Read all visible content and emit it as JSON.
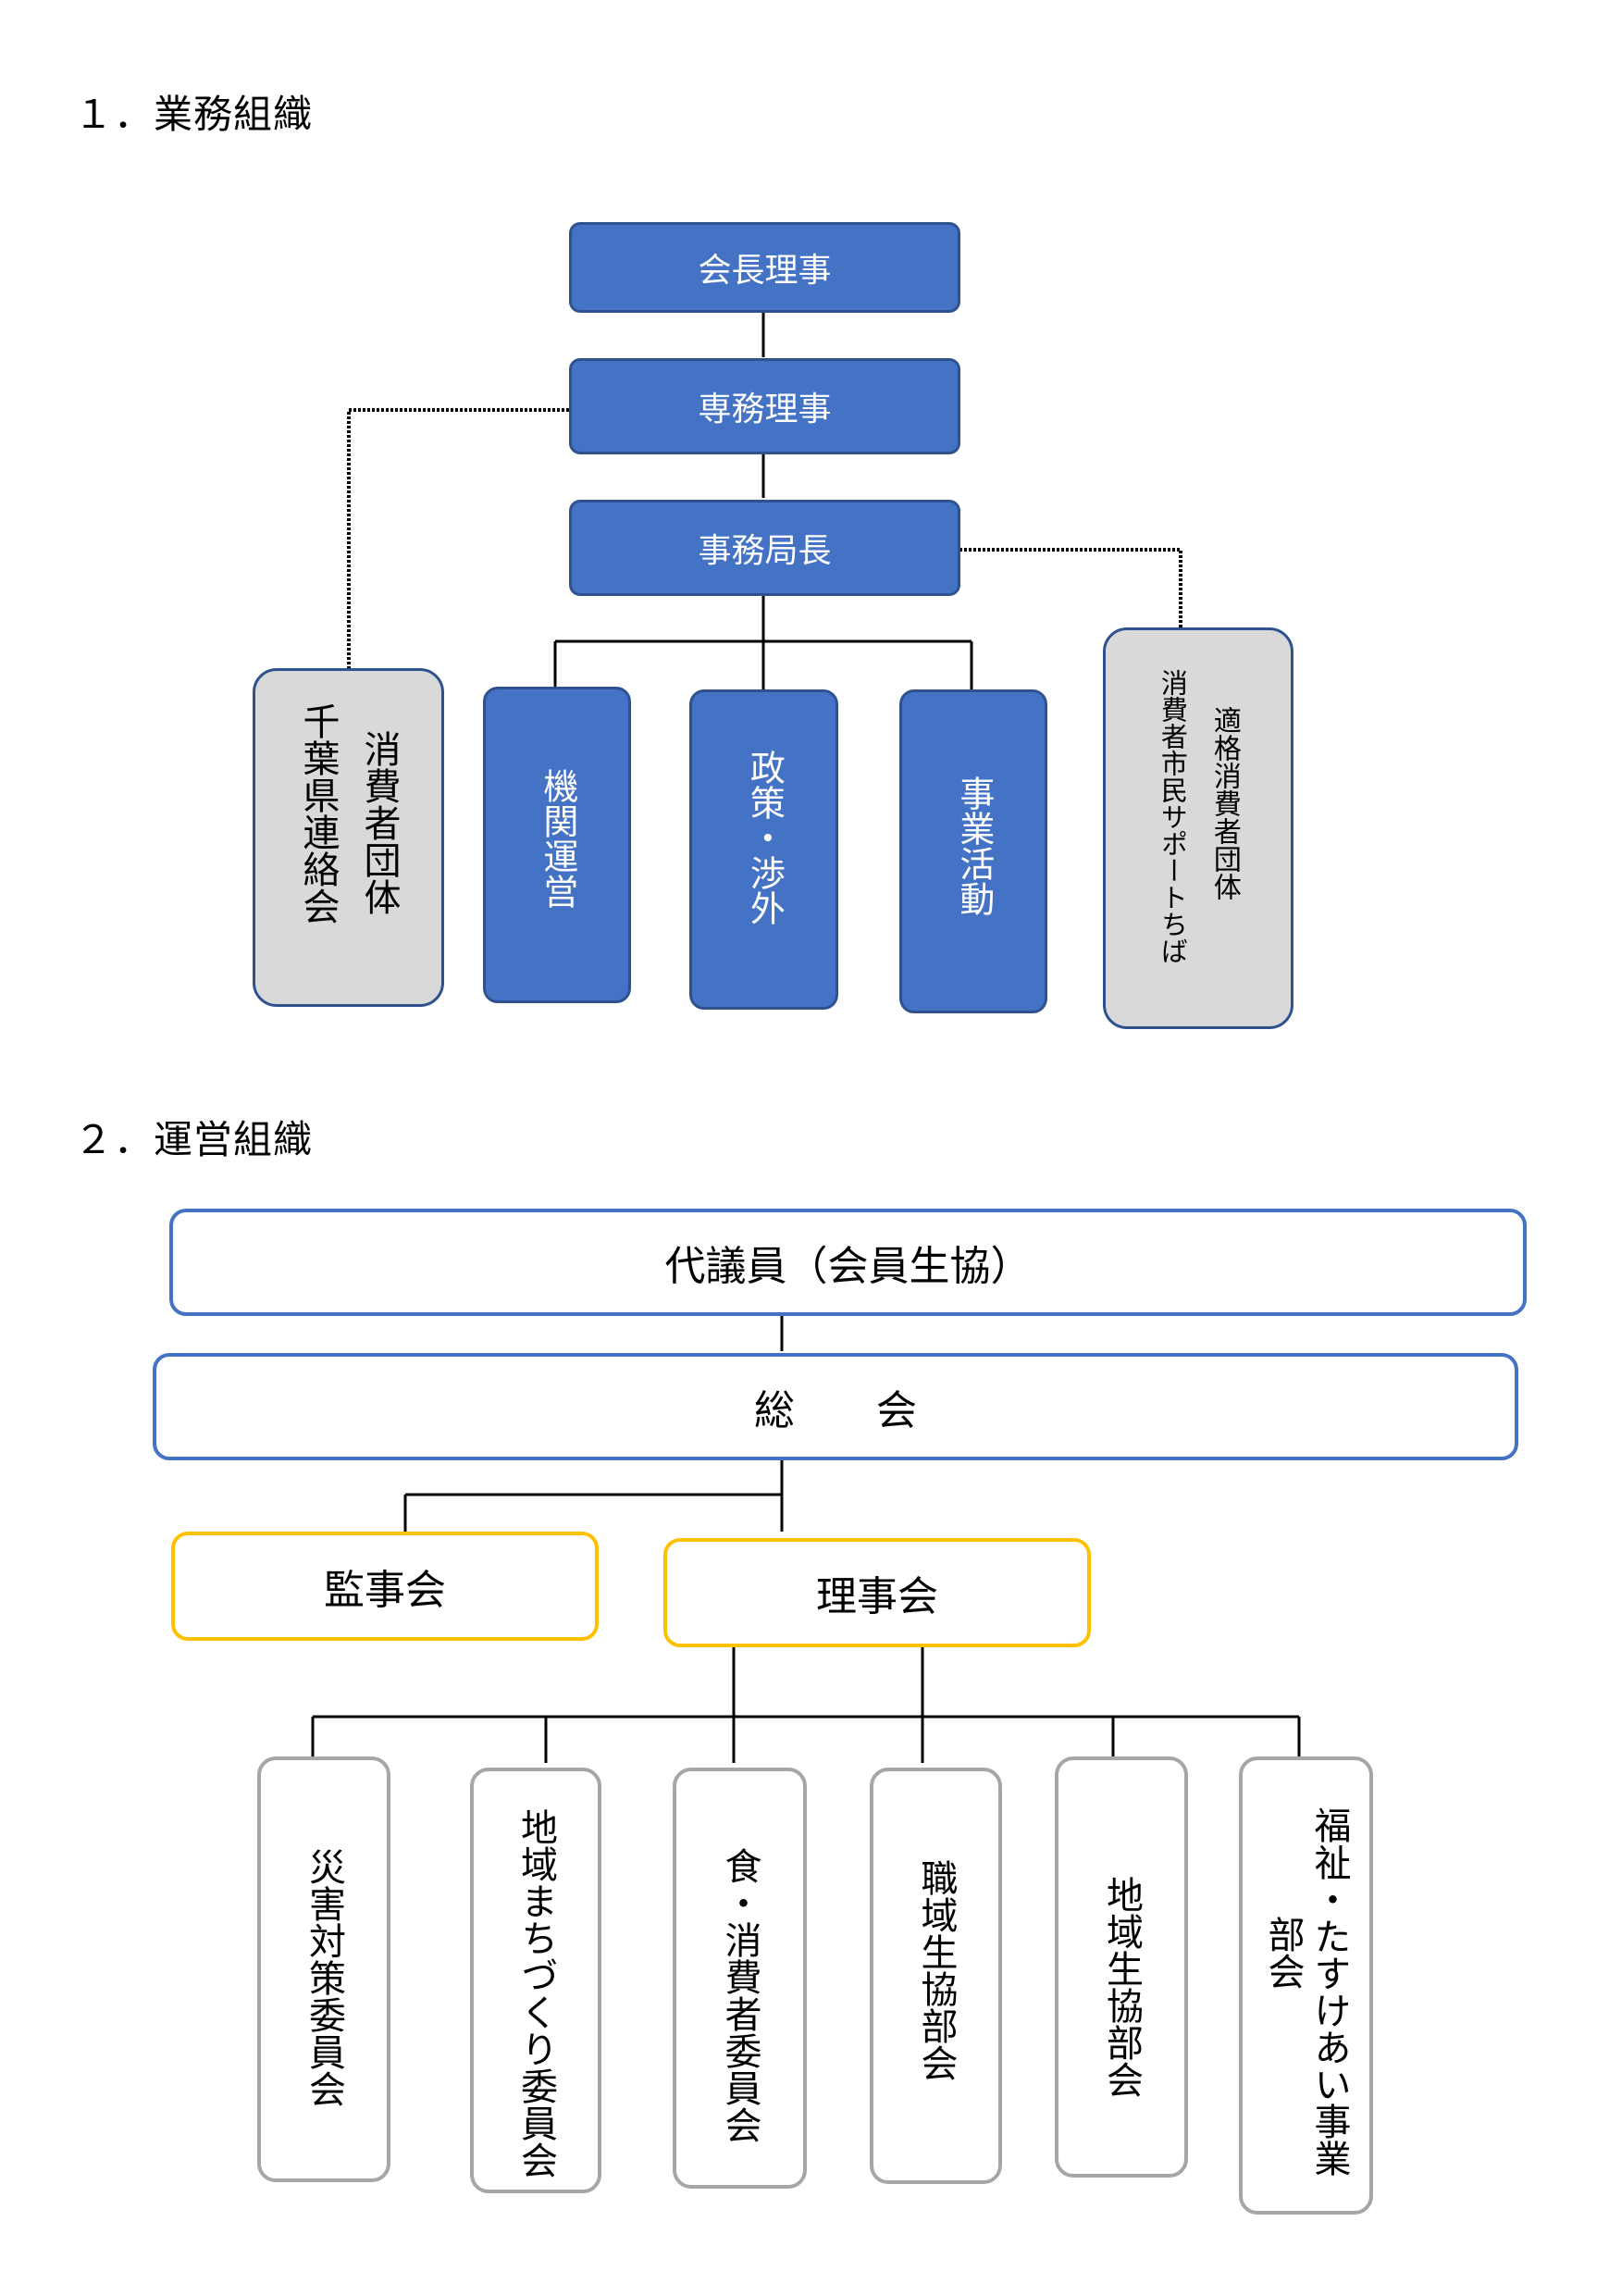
{
  "section1": {
    "heading": "１．業務組織",
    "chairman": "会長理事",
    "executive_director": "専務理事",
    "secretary_general": "事務局長",
    "chiba_liaison": {
      "line1": "消費者団体",
      "line2": "千葉県連絡会"
    },
    "departments": [
      "機関運営",
      "政策・渉外",
      "事業活動"
    ],
    "consumer_support": {
      "line1": "適格消費者団体",
      "line2": "消費者市民サポートちば"
    }
  },
  "section2": {
    "heading": "２．運営組織",
    "delegates": "代議員（会員生協）",
    "general_assembly": "総　　会",
    "auditors": "監事会",
    "board": "理事会",
    "committees": [
      {
        "lines": [
          "災害対策委員会"
        ]
      },
      {
        "lines": [
          "地域まちづくり委員会"
        ]
      },
      {
        "lines": [
          "食・消費者委員会"
        ]
      },
      {
        "lines": [
          "職域生協部会"
        ]
      },
      {
        "lines": [
          "地域生協部会"
        ]
      },
      {
        "lines": [
          "福祉・たすけあい事業",
          "部会"
        ]
      }
    ]
  },
  "colors": {
    "box_blue": "#4472c4",
    "box_blue_border": "#2f528f",
    "box_gray": "#d9d9d9",
    "outline_blue": "#4472c4",
    "outline_gold": "#ffc000",
    "outline_gray": "#a6a6a6"
  }
}
